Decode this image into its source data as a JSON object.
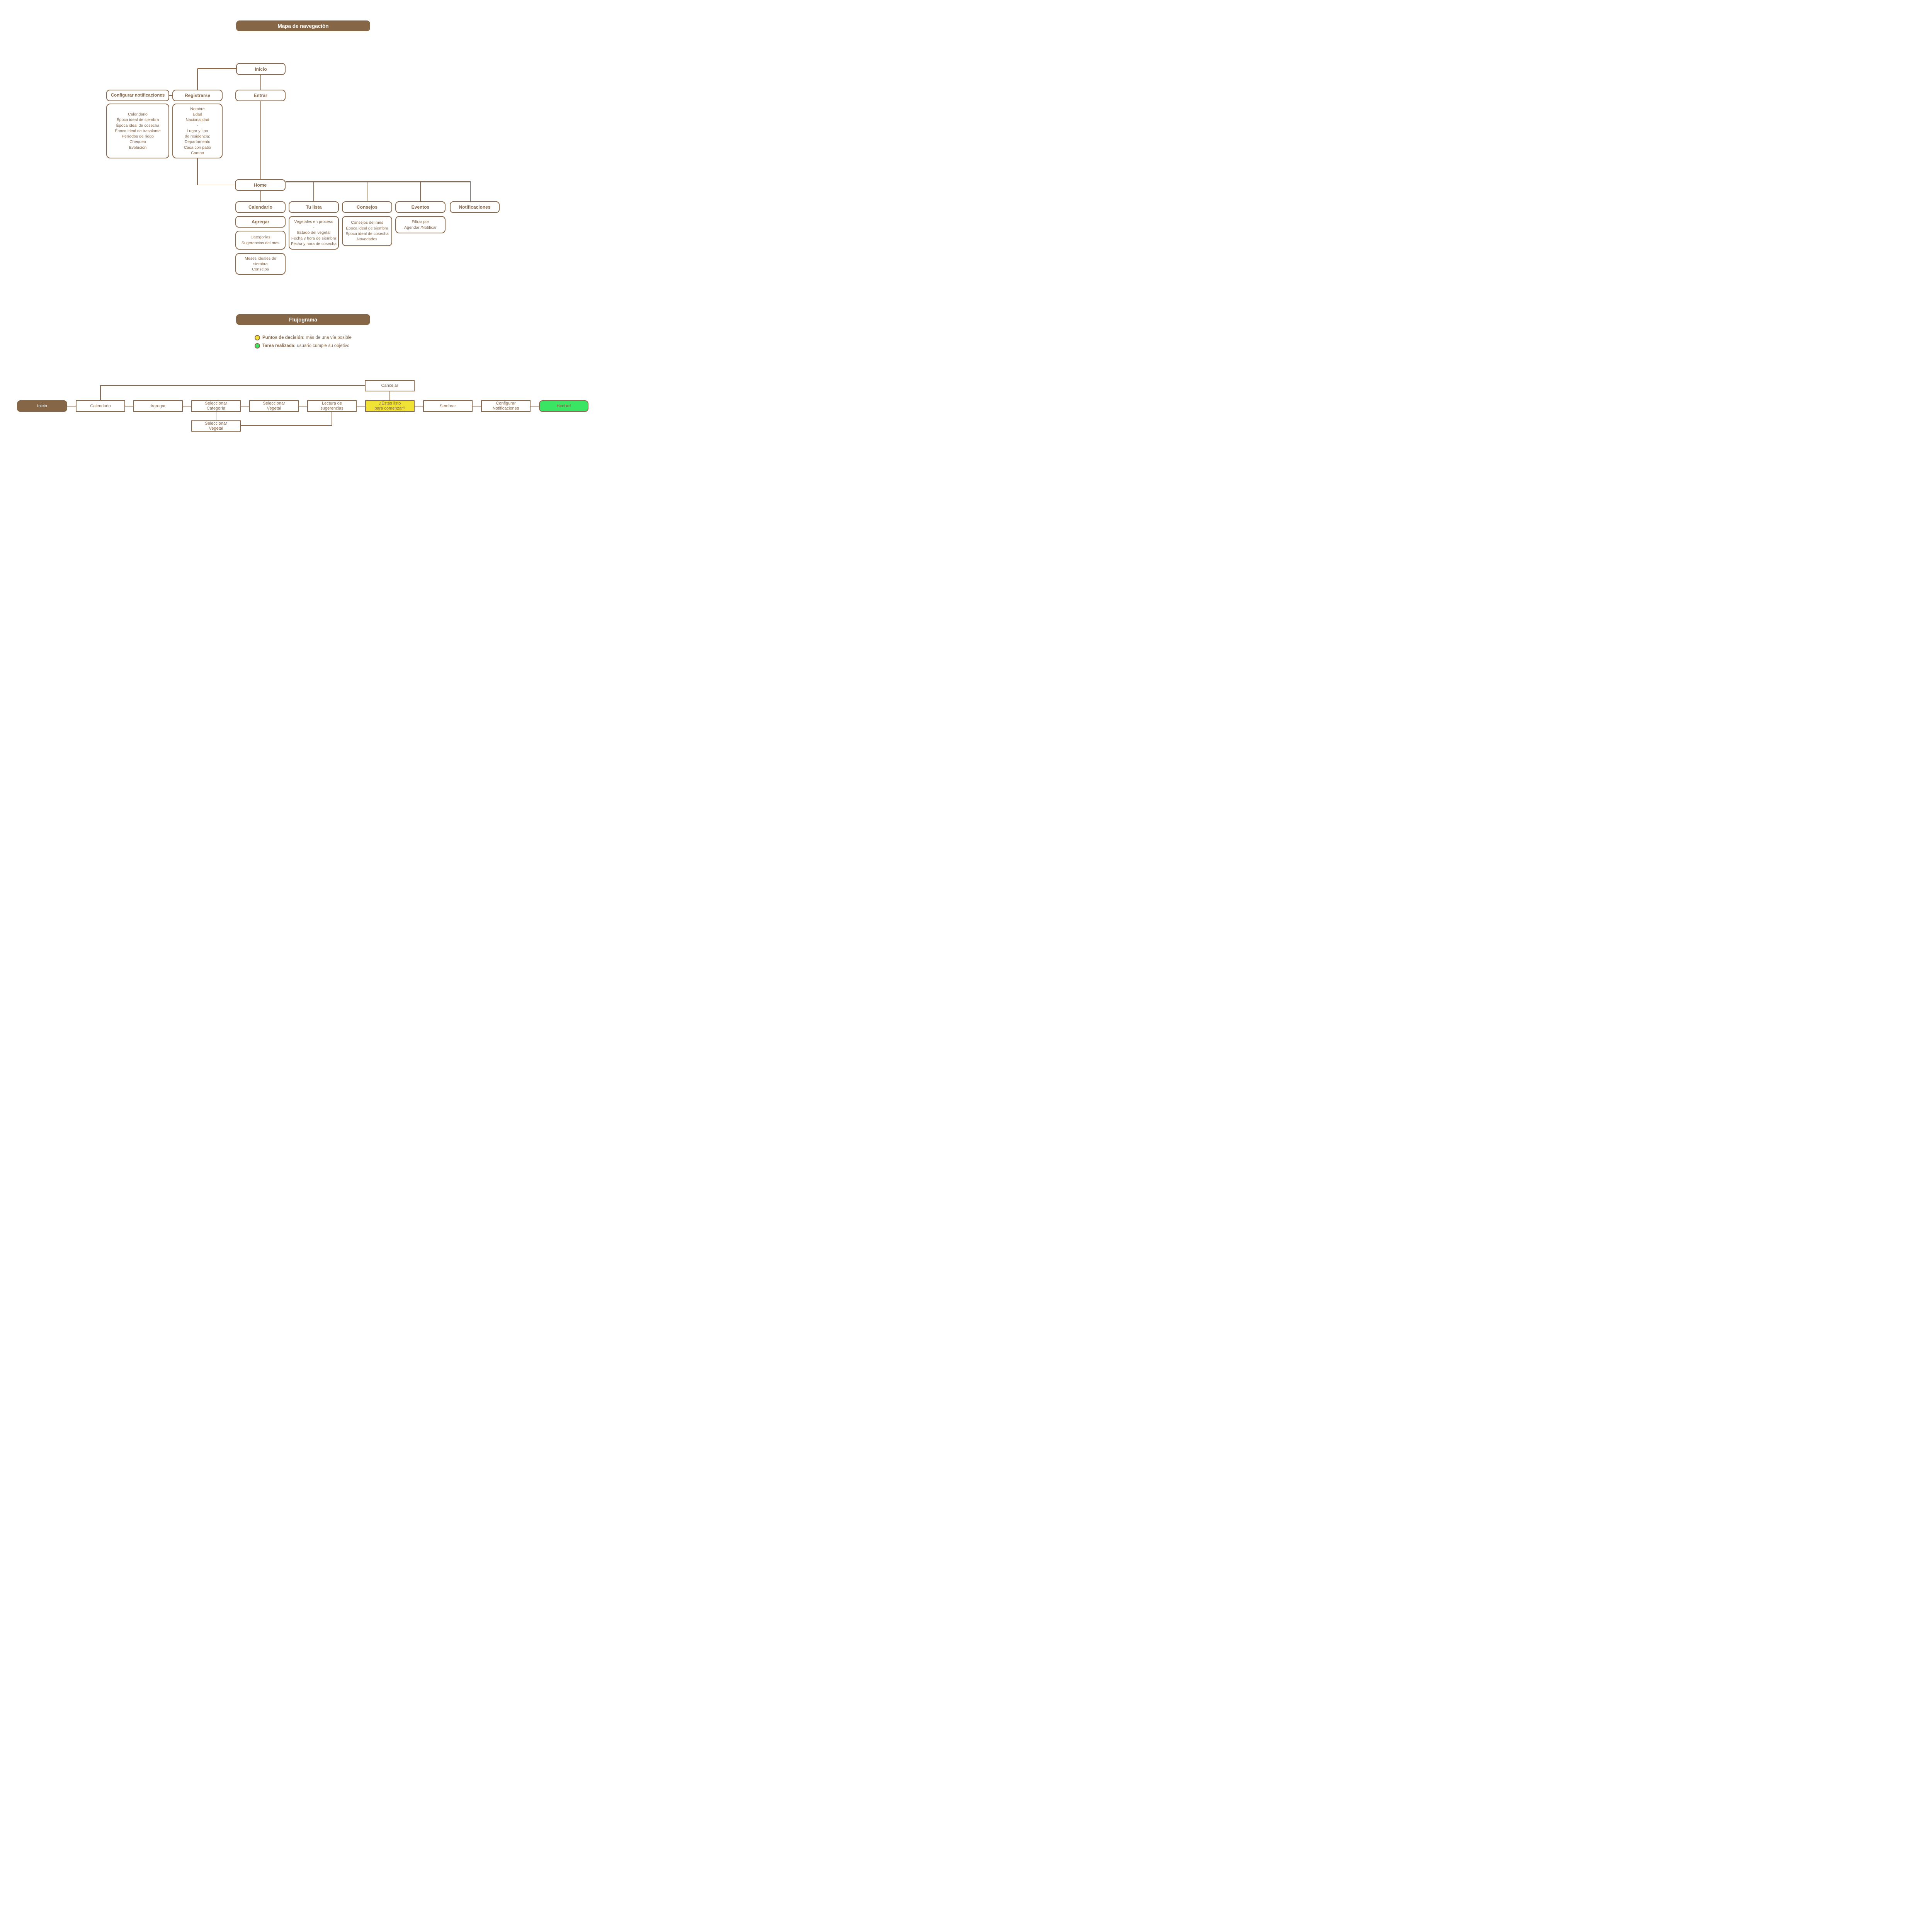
{
  "colors": {
    "brown": "#856747",
    "line_brown": "#8A6B4D",
    "decision_yellow": "#F0E335",
    "done_green": "#3BE564",
    "white": "#FFFFFF"
  },
  "nav": {
    "title": "Mapa de navegación",
    "inicio": "Inicio",
    "configurar": "Configurar notificaciones",
    "registrarse": "Registrarse",
    "entrar": "Entrar",
    "home": "Home",
    "row": [
      "Calendario",
      "Tu lista",
      "Consejos",
      "Eventos",
      "Notificaciones"
    ],
    "agregar": "Agregar",
    "configurar_list": [
      "Calendario",
      "Época ideal de siembra",
      "Época ideal de cosecha",
      "Época ideal de trasplante",
      "Períodos de riego",
      "Chequeo",
      "Evolución"
    ],
    "registro_list": [
      "Nombre",
      "Edad",
      "Nacionalidad",
      "-",
      "Lugar y tipo",
      "de residencia:",
      "Departamento",
      "Casa con patio",
      "Campo"
    ],
    "categorias_list": [
      "Categorías",
      "Sugerencias del mes"
    ],
    "meses_list": [
      "Meses ideales de",
      "siembra",
      "Consejos"
    ],
    "tu_lista_list": [
      "Vegetales en proceso",
      "-",
      "Estado del vegetal",
      "Fecha y hora de siembra",
      "Fecha y hora de cosecha"
    ],
    "consejos_list": [
      "Consejos del mes",
      "Época ideal de siembra",
      "Época ideal de cosecha",
      "Novedades"
    ],
    "eventos_list": [
      "Filtrar por",
      "Agendar /Notificar"
    ]
  },
  "flow": {
    "title": "Flujograma",
    "legend": {
      "decision_bold": "Puntos de decisión:",
      "decision_rest": " más de una vía posible",
      "done_bold": "Tarea realizada:",
      "done_rest": " usuario cumple su objetivo"
    },
    "steps": {
      "inicio": "Inicio",
      "calendario": "Calendario",
      "agregar": "Agregar",
      "seleccionar_categoria": [
        "Seleccionar",
        "Categoría"
      ],
      "seleccionar_vegetal": [
        "Seleccionar",
        "Vegetal"
      ],
      "lectura": [
        "Lectura de",
        "sugerencias"
      ],
      "listo": [
        "¿Estás listo",
        "para comenzar?"
      ],
      "sembrar": "Sembrar",
      "configurar_notificaciones": [
        "Configurar",
        "Notificaciones"
      ],
      "hecho": "Hecho!",
      "cancelar": "Cancelar",
      "seleccionar_vegetal_2": [
        "Seleccionar",
        "Vegetal"
      ]
    }
  }
}
